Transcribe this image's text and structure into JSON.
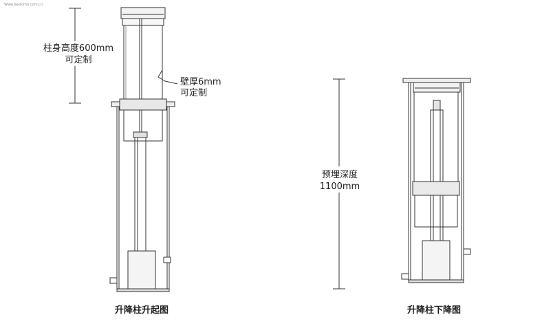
{
  "watermark": "Www.bestoron.com.cn",
  "left_figure": {
    "height_label": "柱身高度600mm",
    "height_note": "可定制",
    "wall_label": "壁厚6mm",
    "wall_note": "可定制",
    "caption": "升降柱升起图"
  },
  "right_figure": {
    "depth_label": "预埋深度",
    "depth_value": "1100mm",
    "caption": "升降柱下降图"
  }
}
